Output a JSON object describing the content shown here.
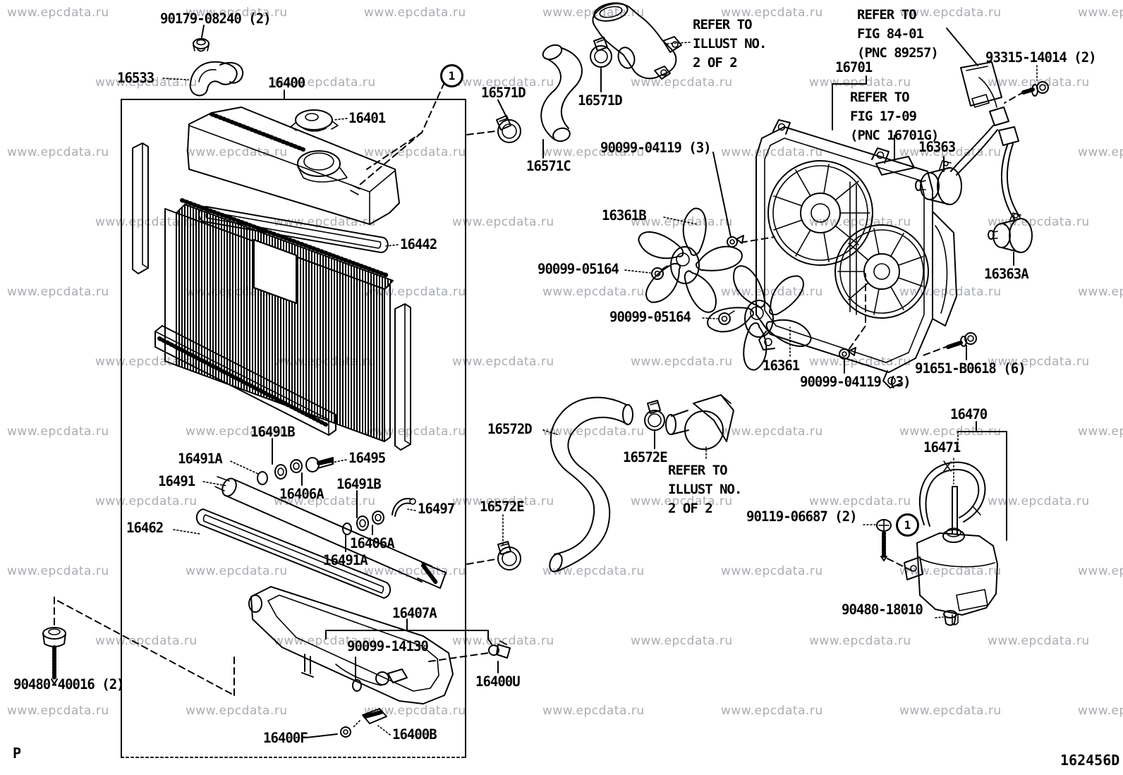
{
  "watermark": {
    "text": "www.epcdata.ru",
    "color": "#a9acb2"
  },
  "page": {
    "corner_letter": "P",
    "diagram_code": "162456D"
  },
  "callouts": {
    "circle_label": "1"
  },
  "notes": {
    "illust_top": [
      "REFER TO",
      "ILLUST NO.",
      "2 OF 2"
    ],
    "fig_84_01": [
      "REFER TO",
      "FIG 84-01",
      "(PNC 89257)"
    ],
    "fig_17_09": [
      "REFER TO",
      "FIG 17-09",
      "(PNC 16701G)"
    ],
    "illust_bottom": [
      "REFER TO",
      "ILLUST NO.",
      "2 OF 2"
    ]
  },
  "part_labels": {
    "nut_90179": "90179-08240 (2)",
    "bracket_16533": "16533",
    "radiator_16400": "16400",
    "cap_16401": "16401",
    "gasket_16442": "16442",
    "washer_16491B_a": "16491B",
    "oring_16491A_a": "16491A",
    "bolt_16495": "16495",
    "pipe_16491": "16491",
    "nut_16406A_a": "16406A",
    "washer_16491B_b": "16491B",
    "hook_16497": "16497",
    "gasket_16462": "16462",
    "nut_16406A_b": "16406A",
    "oring_16491A_b": "16491A",
    "tank_16407A": "16407A",
    "sensor_90099_14130": "90099-14130",
    "cock_16400U": "16400U",
    "grommet_90480_40016": "90480-40016 (2)",
    "plug_16400F": "16400F",
    "plug_16400B": "16400B",
    "clamp_16571D_a": "16571D",
    "clamp_16571D_b": "16571D",
    "hose_16571C": "16571C",
    "clip_90099_04119_a": "90099-04119 (3)",
    "hose_16572D": "16572D",
    "clamp_16572E_a": "16572E",
    "clamp_16572E_b": "16572E",
    "shroud_16701": "16701",
    "screw_93315": "93315-14014 (2)",
    "motor_16363": "16363",
    "fan_16361B": "16361B",
    "grommet_90099_05164_a": "90099-05164",
    "grommet_90099_05164_b": "90099-05164",
    "fan_16361": "16361",
    "motor_16363A": "16363A",
    "bolt_91651": "91651-B0618 (6)",
    "clip_90099_04119_b": "90099-04119 (3)",
    "tank_16470": "16470",
    "hose_16471": "16471",
    "bolt_90119": "90119-06687 (2)",
    "plug_90480_18010": "90480-18010"
  }
}
